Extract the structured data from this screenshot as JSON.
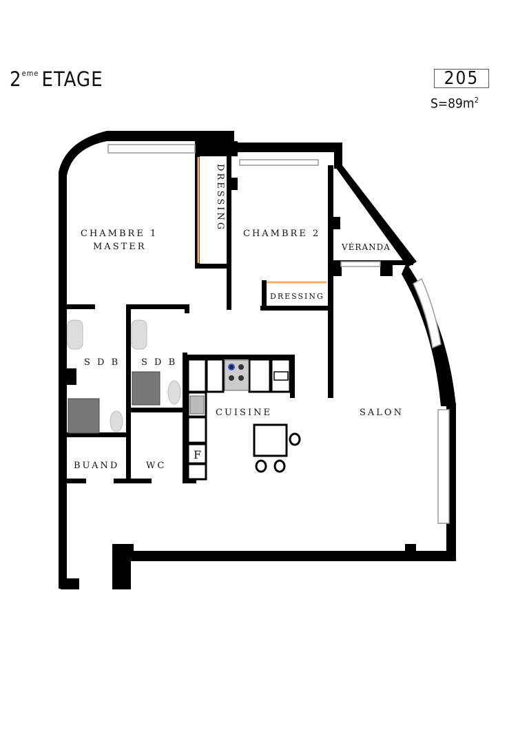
{
  "header": {
    "floor_num": "2",
    "floor_sup": "eme",
    "floor_word": "ETAGE",
    "unit": "205",
    "area_prefix": "S=89m",
    "area_sup": "2"
  },
  "rooms": {
    "chambre1_a": "CHAMBRE 1",
    "chambre1_b": "MASTER",
    "dressing1": "DRESSING",
    "chambre2": "CHAMBRE 2",
    "dressing2": "DRESSING",
    "veranda": "VÉRANDA",
    "sdb1": "S D B",
    "sdb2": "S D B",
    "cuisine": "CUISINE",
    "salon": "SALON",
    "buand": "BUAND",
    "wc": "WC",
    "fridge": "F"
  },
  "colors": {
    "wall": "#000000",
    "window": "#bbbbbb",
    "dressing_rail": "#f5b060"
  }
}
